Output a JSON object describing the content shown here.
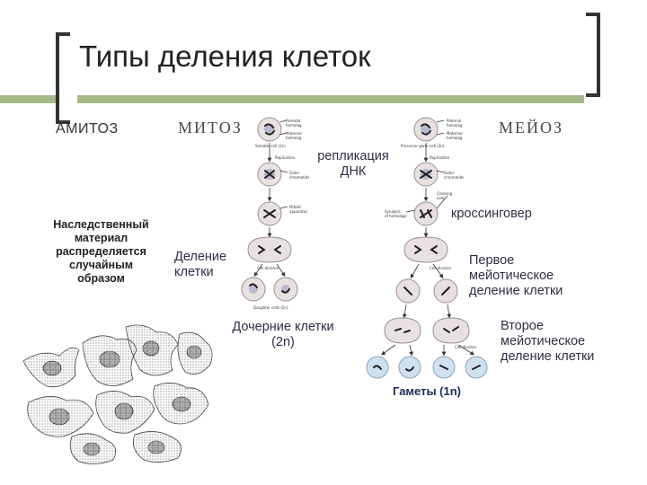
{
  "slide": {
    "title": "Типы деления клеток",
    "amitoz": "АМИТОЗ",
    "heredity_text": [
      "Наследственный",
      "материал",
      "распределяется",
      "случайным",
      "образом"
    ],
    "mitoz_header": "МИТОЗ",
    "meioz_header": "МЕЙОЗ",
    "replication": [
      "репликация",
      "ДНК"
    ],
    "cell_division": [
      "Деление",
      "клетки"
    ],
    "daughter_cells": [
      "Дочерние клетки",
      "(2n)"
    ],
    "crossing_over": "кроссинговер",
    "first_division": [
      "Первое",
      "мейотическое",
      "деление клетки"
    ],
    "second_division": [
      "Второе",
      "мейотическое",
      "деление клетки"
    ],
    "gametes": "Гаметы   (1n)",
    "mitosis_small_labels": [
      "Parental",
      "homolog",
      "Maternal",
      "homolog",
      "Somatic cell (2n)",
      "Replication",
      "Sister",
      "chromatids",
      "Mitotic",
      "apparatus",
      "Cell division",
      "Daughter cells (2n)"
    ],
    "meiosis_small_labels": [
      "Paternal",
      "homolog",
      "Maternal",
      "homolog",
      "Precursor germ cell (2n)",
      "Replication",
      "Sister",
      "chromatids",
      "Crossing",
      "over",
      "Synapsis",
      "of homologs",
      "Cell division",
      "Cell division"
    ]
  },
  "colors": {
    "accent_bar": "#a7b888",
    "cell_fill": "#e9e1e1",
    "cell_border": "#9a8f8f",
    "gamete_fill": "#cfe0ef",
    "bracket": "#333333",
    "label_text": "#2e2e45"
  }
}
